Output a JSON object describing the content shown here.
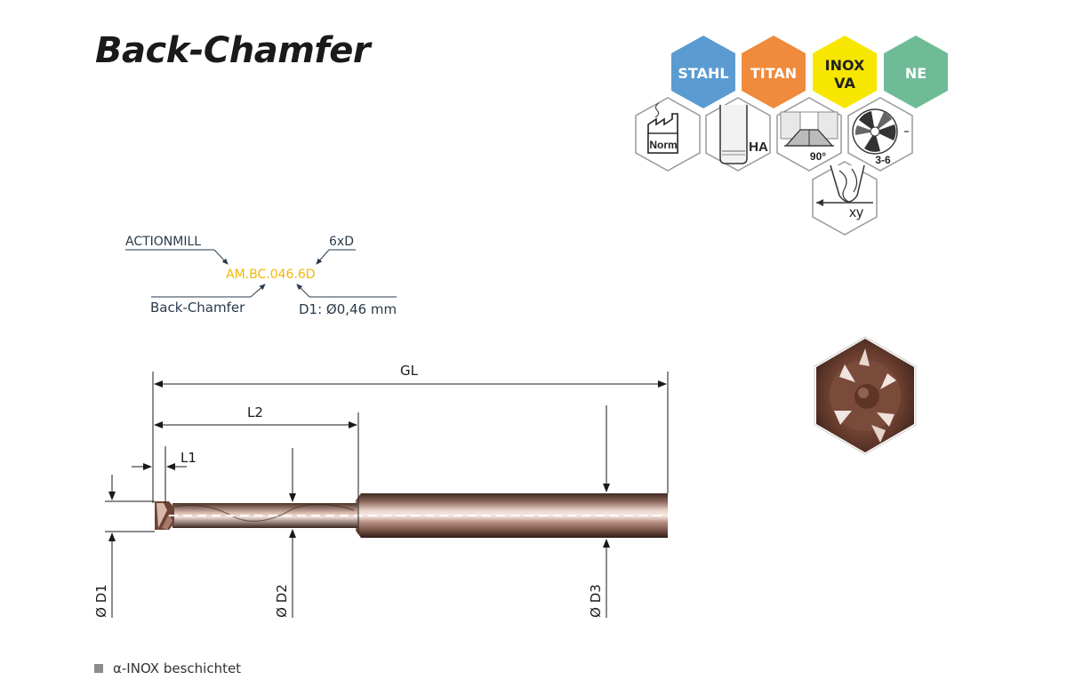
{
  "title": "Back-Chamfer",
  "materials": [
    {
      "label": "STAHL",
      "color": "#5b9bd1"
    },
    {
      "label": "TITAN",
      "color": "#f08a3c"
    },
    {
      "label": "INOX\nVA",
      "color": "#f7e600"
    },
    {
      "label": "NE",
      "color": "#6fbb98"
    }
  ],
  "feature_icons": {
    "norm": "Norm",
    "ha": "HA",
    "angle": "90°",
    "flutes": "3-6",
    "xy": "xy"
  },
  "code_breakdown": {
    "code": "AM.BC.046.6D",
    "code_color": "#f0b800",
    "actionmill": "ACTIONMILL",
    "length_ratio": "6xD",
    "type": "Back-Chamfer",
    "diameter": "D1: Ø0,46 mm"
  },
  "dimensions": {
    "gl": "GL",
    "l2": "L2",
    "l1": "L1",
    "d1": "Ø D1",
    "d2": "Ø D2",
    "d3": "Ø D3"
  },
  "legend": {
    "text": "α-INOX beschichtet"
  }
}
